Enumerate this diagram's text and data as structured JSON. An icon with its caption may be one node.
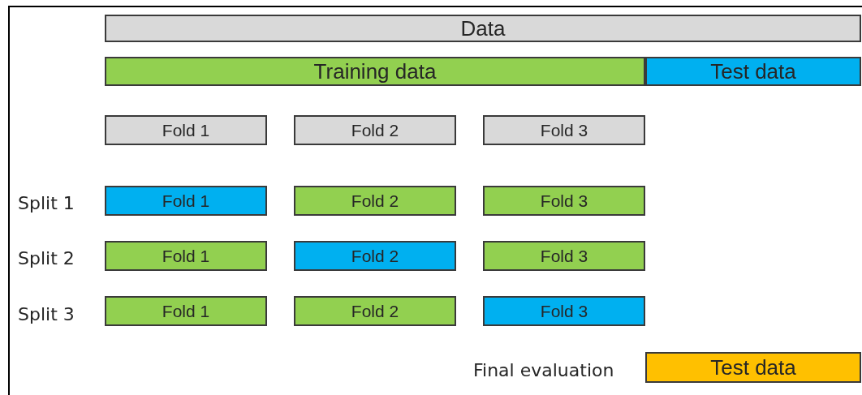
{
  "diagram": {
    "nodes": [
      {
        "text": [
          "Data"
        ]
      },
      {
        "text": [
          "Training data"
        ]
      },
      {
        "text": [
          "Test data"
        ]
      },
      {
        "text": [
          "Fold 1"
        ]
      },
      {
        "text": [
          "Fold 2"
        ]
      },
      {
        "text": [
          "Fold 3"
        ]
      },
      {
        "text": [
          "Fold 1"
        ]
      },
      {
        "text": [
          "Fold 2"
        ]
      },
      {
        "text": [
          "Fold 3"
        ]
      },
      {
        "text": [
          "Fold 1"
        ]
      },
      {
        "text": [
          "Fold 2"
        ]
      },
      {
        "text": [
          "Fold 3"
        ]
      },
      {
        "text": [
          "Fold 1"
        ]
      },
      {
        "text": [
          "Fold 2"
        ]
      },
      {
        "text": [
          "Fold 3"
        ]
      },
      {
        "text": [
          "Test data"
        ]
      }
    ],
    "labels": [
      "Split 1",
      "Split 2",
      "Split 3",
      "Final evaluation"
    ]
  }
}
